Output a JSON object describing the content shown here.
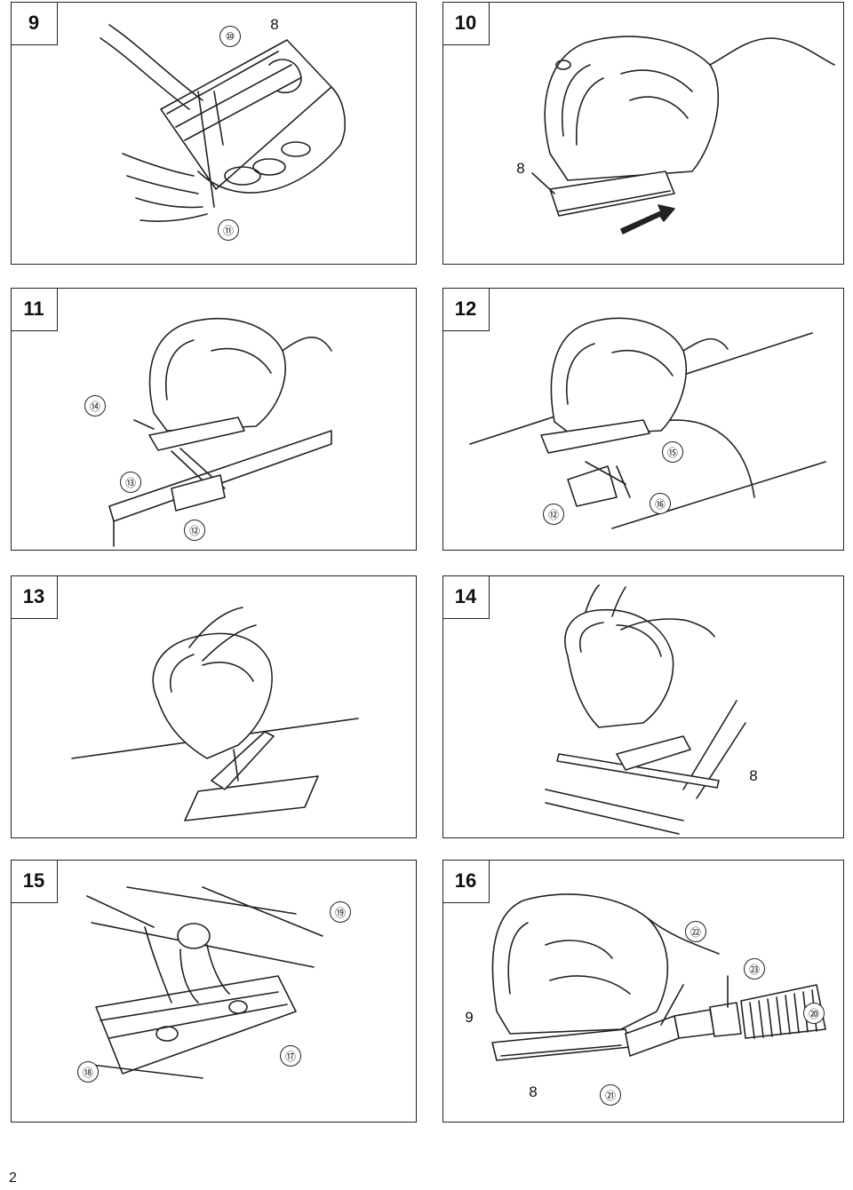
{
  "panels": [
    {
      "number": "9",
      "callouts": [
        "⑩",
        "8",
        "⑪"
      ]
    },
    {
      "number": "10",
      "callouts": [
        "8"
      ]
    },
    {
      "number": "11",
      "callouts": [
        "⑭",
        "⑬",
        "⑫"
      ]
    },
    {
      "number": "12",
      "callouts": [
        "⑮",
        "⑯",
        "⑫"
      ]
    },
    {
      "number": "13",
      "callouts": []
    },
    {
      "number": "14",
      "callouts": [
        "8"
      ]
    },
    {
      "number": "15",
      "callouts": [
        "⑲",
        "⑰",
        "⑱"
      ]
    },
    {
      "number": "16",
      "callouts": [
        "㉒",
        "㉓",
        "⑳",
        "9",
        "8",
        "㉑"
      ]
    }
  ],
  "page_number": "2"
}
